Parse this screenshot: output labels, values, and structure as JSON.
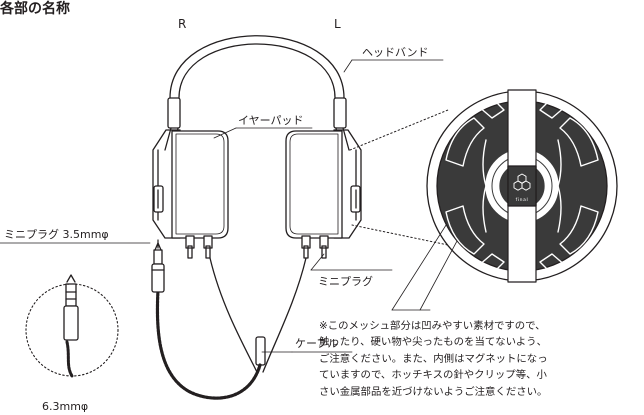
{
  "title": "各部の名称",
  "side_right": "R",
  "side_left": "L",
  "labels": {
    "headband": "ヘッドバンド",
    "earpad": "イヤーパッド",
    "miniplug_35": "ミニプラグ 3.5mmφ",
    "miniplug": "ミニプラグ",
    "cable": "ケーブル",
    "plug_63": "6.3mmφ"
  },
  "logo_text": "final",
  "note_lines": [
    "※このメッシュ部分は凹みやすい素材ですので、",
    "触ったり、硬い物や尖ったものを当てないよう、",
    "ご注意ください。また、内側はマグネットになっ",
    "ていますので、ホッチキスの針やクリップ等、小",
    "さい金属部品を近づけないようご注意ください。"
  ],
  "colors": {
    "line": "#231f20",
    "dark": "#3a3a3a",
    "background": "#ffffff"
  }
}
